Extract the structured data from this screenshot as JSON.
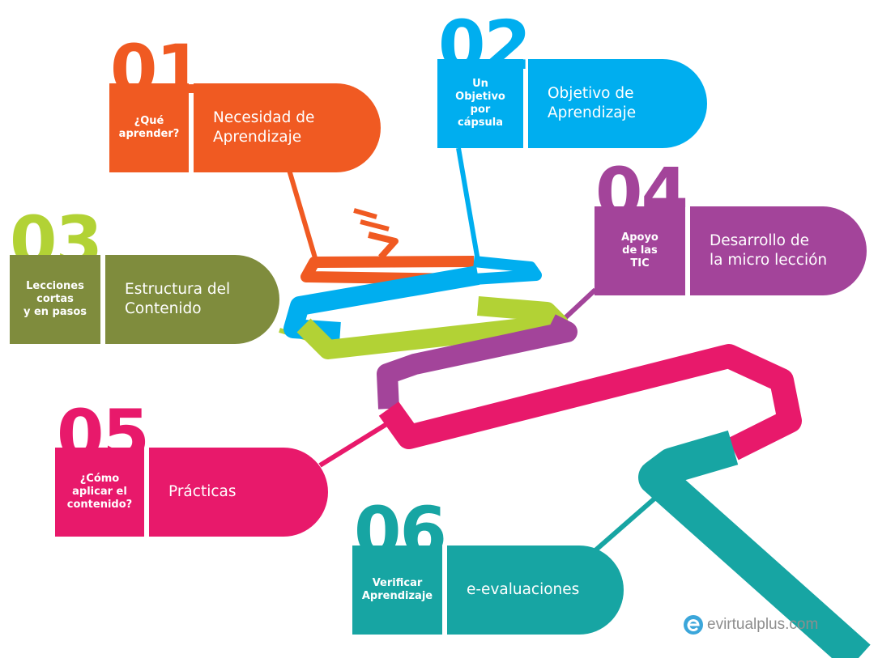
{
  "steps": [
    {
      "number": "01",
      "side": "¿Qué\naprender?",
      "main": "Necesidad  de\nAprendizaje",
      "color": "#F05A22"
    },
    {
      "number": "02",
      "side": "Un\nObjetivo\npor\ncápsula",
      "main": "Objetivo de\nAprendizaje",
      "color": "#00AEEF"
    },
    {
      "number": "03",
      "side": "Lecciones\ncortas\ny en pasos",
      "main": "Estructura del\nContenido",
      "color": "#7F8C3D",
      "number_color": "#B2D235"
    },
    {
      "number": "04",
      "side": "Apoyo\nde las\nTIC",
      "main": "Desarrollo de\nla micro lección",
      "color": "#A3449A"
    },
    {
      "number": "05",
      "side": "¿Cómo\naplicar el\ncontenido?",
      "main": "Prácticas",
      "color": "#E8196B"
    },
    {
      "number": "06",
      "side": "Verificar\nAprendizaje",
      "main": "e-evaluaciones",
      "color": "#17A5A3"
    }
  ],
  "brand": {
    "text": "evirtualplus.com",
    "icon": "e-logo-icon",
    "color": "#3BA6DA"
  }
}
